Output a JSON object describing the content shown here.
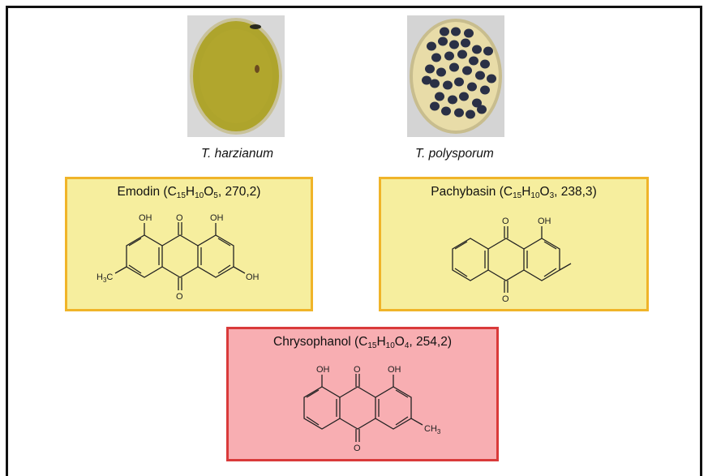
{
  "photos": [
    {
      "caption": "T. harzianum"
    },
    {
      "caption": "T. polysporum"
    }
  ],
  "compounds": [
    {
      "name": "Emodin",
      "formula": {
        "c": "15",
        "h": "10",
        "o": "5"
      },
      "mass": "270,2",
      "labels": {
        "oh_left": "OH",
        "o_top": "O",
        "oh_right": "OH",
        "h3c": "H3C",
        "o_bottom": "O",
        "oh_bottom": "OH"
      }
    },
    {
      "name": "Pachybasin",
      "formula": {
        "c": "15",
        "h": "10",
        "o": "3"
      },
      "mass": "238,3",
      "labels": {
        "o_top": "O",
        "oh": "OH",
        "o_bottom": "O"
      }
    },
    {
      "name": "Chrysophanol",
      "formula": {
        "c": "15",
        "h": "10",
        "o": "4"
      },
      "mass": "254,2",
      "labels": {
        "oh_left": "OH",
        "o_top": "O",
        "oh_right": "OH",
        "ch3": "CH3",
        "o_bottom": "O"
      }
    }
  ],
  "colors": {
    "yellow_fill": "#f6ee9e",
    "yellow_border": "#f0b429",
    "red_fill": "#f8aeb2",
    "red_border": "#d93a3a",
    "plate1_agar": "#aea42c",
    "plate2_agar": "#e8dca8",
    "plate2_colony": "#2a3046"
  }
}
